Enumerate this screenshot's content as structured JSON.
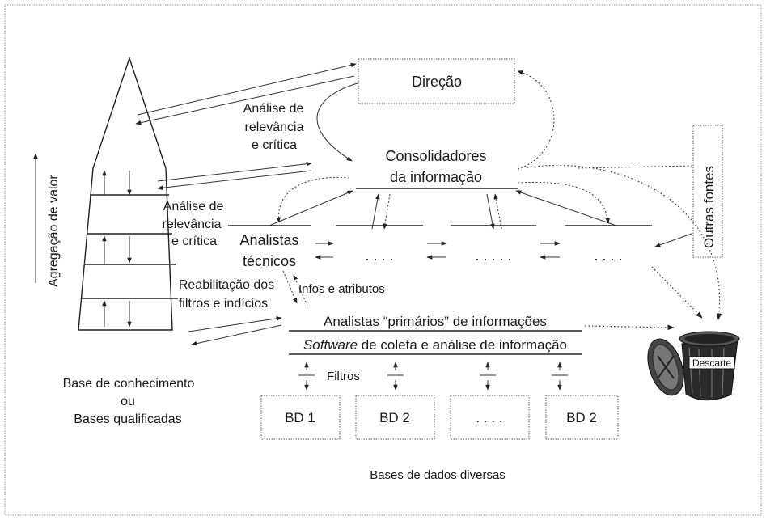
{
  "boxes": {
    "direcao": "Direção",
    "consolidadores_1": "Consolidadores",
    "consolidadores_2": "da informação",
    "analistas_tecnicos_1": "Analistas",
    "analistas_tecnicos_2": "técnicos",
    "dots_1": ". . . .",
    "dots_2": ". . . . .",
    "dots_3": ". . . .",
    "analistas_primarios": "Analistas “primários” de informações",
    "software_italic": "Software",
    "software_rest": " de coleta e análise de informação",
    "bd1": "BD 1",
    "bd2a": "BD 2",
    "bd_dots": ". . . .",
    "bd2b": "BD 2"
  },
  "labels": {
    "analise_1a": "Análise de",
    "analise_1b": "relevância",
    "analise_1c": "e crítica",
    "analise_2a": "Análise de",
    "analise_2b": "relevância",
    "analise_2c": "e crítica",
    "reabilitacao_1": "Reabilitação dos",
    "reabilitacao_2": "filtros e indícios",
    "infos": "Infos e atributos",
    "filtros": "Filtros",
    "agregacao": "Agregação de valor",
    "outras_fontes": "Outras fontes",
    "base_1": "Base de conhecimento",
    "base_2": "ou",
    "base_3": "Bases qualificadas",
    "bases_dados": "Bases de dados diversas",
    "descarte": "Descarte"
  }
}
